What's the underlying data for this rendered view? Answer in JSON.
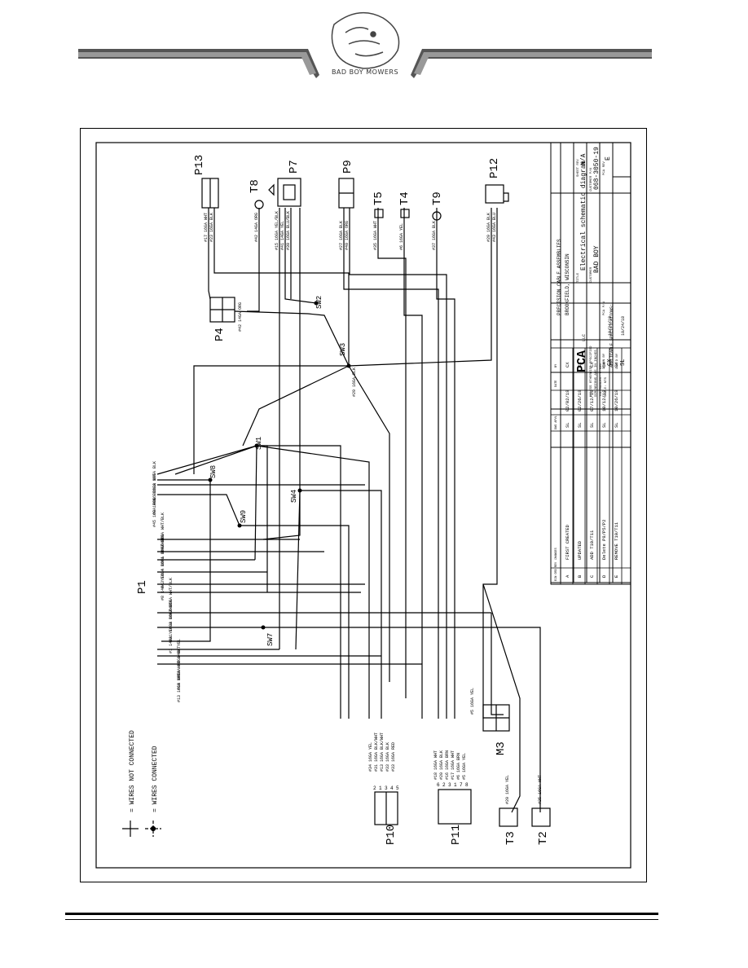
{
  "header": {
    "brand": "BAD BOY MOWERS"
  },
  "legend": {
    "not_connected": "= WIRES NOT CONNECTED",
    "connected": "= WIRES CONNECTED"
  },
  "connectors": {
    "P1": "P1",
    "P4": "P4",
    "P7": "P7",
    "P9": "P9",
    "P10": "P10",
    "P11": "P11",
    "P12": "P12",
    "P13": "P13",
    "M3": "M3",
    "T2": "T2",
    "T3": "T3",
    "T4": "T4",
    "T5": "T5",
    "T8": "T8",
    "T9": "T9"
  },
  "splices": {
    "SW1": "SW1",
    "SW2": "SW2",
    "SW3": "SW3",
    "SW4": "SW4",
    "SW7": "SW7",
    "SW8": "SW8",
    "SW9": "SW9"
  },
  "p1_wires": [
    "#23 16GA BLK",
    "#16 16GA WHT",
    "#9 14GA BRL",
    "#45 16GA BLK",
    "#47 16GA WHT/BLK",
    "#41 14GA BRN",
    "#34 16GA BLU/WHT",
    "#43 16GA BLU",
    "#8 14GA YEL",
    "#47 16GA WHT/BLK",
    "#33 16GA BLK",
    "#31 16GA BLK/WHT",
    "#1 14GA YEL",
    "#2 14GA YEL",
    "#18A 16GA WHT",
    "#18 16GA WHT",
    "#13 16GA WHT"
  ],
  "p13_wires": [
    "#17 16GA WHT",
    "#23 16GA BLK"
  ],
  "t8_wire": "#42 14GA ORG",
  "p7_wires": [
    "#15 16GA YEL/BLK",
    "#41 14GA YEL",
    "#30 16GA BLU/BLK"
  ],
  "p9_wires": [
    "#27 16GA BLK",
    "#40 16GA ORG"
  ],
  "t5_wire": "#35 16GA WHT",
  "t4_wire": "#6 16GA YEL",
  "t9_wire": "#37 16GA BLK",
  "p12_wires": [
    "#29 16GA BLK",
    "#43 16GA BLU"
  ],
  "p4_wire": "#42 14GA ORG",
  "sw3_wire": "#29 16GA BLK",
  "p10_wires": [
    "#34 16GA YEL",
    "#31 16GA BLK/WHT",
    "#13 16GA BLK/WHT",
    "#33 16GA BLK",
    "#33 16GA RED"
  ],
  "p10_pins": [
    "2",
    "1",
    "3",
    "4",
    "5"
  ],
  "p11_wires": [
    "#18 16GA WHT",
    "#20 16GA BLK",
    "#16 16GA BRN",
    "#17 16GA WHT",
    "#6 16GA BRN",
    "#5 16GA YEL"
  ],
  "p11_pins": [
    "6",
    "2",
    "3",
    "1",
    "7",
    "8"
  ],
  "m3_wire": "#5 16GA YEL",
  "t3_wire": "#20 16GA YEL",
  "t2_wire": "#25 16GA WHT",
  "title_block": {
    "company": "PRECISION CABLE ASSEMBLIES",
    "location": "BROOKFIELD, WISCONSIN",
    "logo": "PCA",
    "logo_suffix": "LLC",
    "title_label": "TITLE",
    "title": "Electrical schematic diagram",
    "customer_label": "CUSTOMER",
    "customer": "BAD BOY",
    "part_label": "CUSTOMER P/N",
    "part_no": "068-3050-19",
    "pca_label": "PCA P/N",
    "sheet_label": "SHEET REV",
    "sheet_value": "N/A",
    "rev_label": "PCA REV",
    "rev_value": "E",
    "drawn_by_label": "DRAWN BY",
    "drawn_by": "CX",
    "drawn_date": "10/24/18",
    "checked_label": "CHK'D BY",
    "checked_by": "SL",
    "checked_date": "10/24/18",
    "notes": [
      "UNLESS OTHERWISE SPECIFIED",
      "DIMENSIONS ARE IN INCHES",
      "TOLERANCES: ±.500",
      "SCALE: NTS"
    ],
    "applicable": "APPLICABLE SPECIFICATIONS:"
  },
  "revisions": [
    {
      "rev": "A",
      "change": "FIRST CREATED",
      "by": "SL",
      "date": "02/02/18",
      "chk": "CX"
    },
    {
      "rev": "B",
      "change": "UPDATED",
      "by": "SL",
      "date": "02/26/18",
      "chk": "CX"
    },
    {
      "rev": "C",
      "change": "ADD T10/T11",
      "by": "SL",
      "date": "07/12/18",
      "chk": "CX"
    },
    {
      "rev": "D",
      "change": "Delete P8/P5/P2",
      "by": "SL",
      "date": "10/12/18",
      "chk": "CX"
    },
    {
      "rev": "E",
      "change": "REMOVE T10/T11",
      "by": "SL",
      "date": "10/26/18",
      "chk": "CX"
    }
  ],
  "revision_headers": {
    "rev": "ECN ORD REV",
    "change": "CHANGES",
    "by": "DWG APVL",
    "date": "DATE",
    "chk": "BY"
  }
}
